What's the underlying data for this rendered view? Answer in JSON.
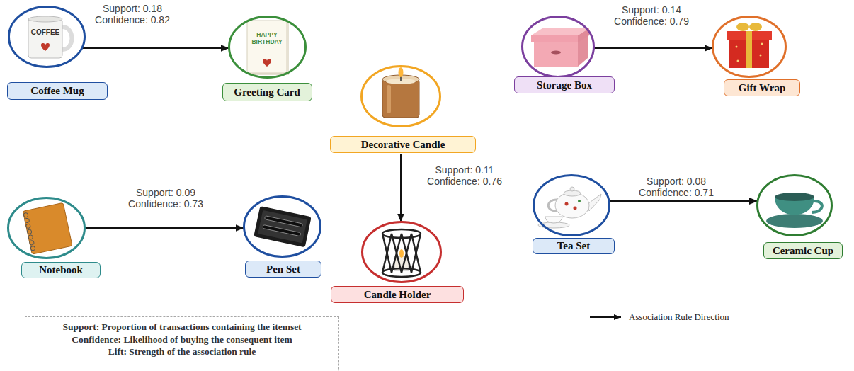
{
  "diagram": {
    "nodes": [
      {
        "text": [
          "Coffee Mug"
        ]
      },
      {
        "text": [
          "Greeting Card"
        ]
      },
      {
        "text": [
          "Storage Box"
        ]
      },
      {
        "text": [
          "Gift Wrap"
        ]
      },
      {
        "text": [
          "Decorative Candle"
        ]
      },
      {
        "text": [
          "Notebook"
        ]
      },
      {
        "text": [
          "Pen Set"
        ]
      },
      {
        "text": [
          "Tea Set"
        ]
      },
      {
        "text": [
          "Ceramic Cup"
        ]
      },
      {
        "text": [
          "Candle Holder"
        ]
      },
      {
        "text": [
          "Support: Proportion of transactions containing the itemset",
          "Confidence: Likelihood of buying the consequent item",
          "Lift: Strength of the association rule"
        ]
      }
    ],
    "edges": [
      {
        "from": 0,
        "to": 1,
        "arrow": "to",
        "label": "Support: 0.18 Confidence: 0.82"
      },
      {
        "from": 2,
        "to": 3,
        "arrow": "to",
        "label": "Support: 0.14 Confidence: 0.79"
      },
      {
        "from": 4,
        "to": 9,
        "arrow": "to",
        "label": "Support: 0.11 Confidence: 0.76"
      },
      {
        "from": 5,
        "to": 6,
        "arrow": "to",
        "label": "Support: 0.09 Confidence: 0.73"
      },
      {
        "from": 7,
        "to": 8,
        "arrow": "to",
        "label": "Support: 0.08 Confidence: 0.71"
      }
    ],
    "labels": [
      "COFFEE",
      "HAPPY BIRTHDAY"
    ],
    "legend": [
      {
        "text": "Association Rule Direction"
      }
    ]
  }
}
